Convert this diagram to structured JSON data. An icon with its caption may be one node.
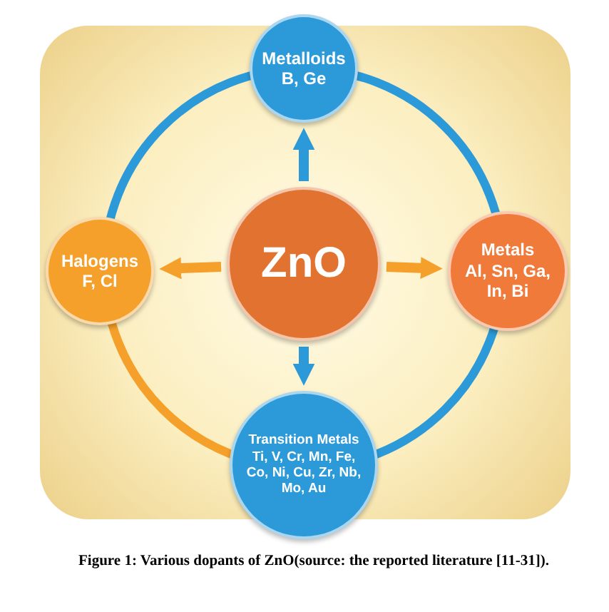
{
  "diagram": {
    "caption": "Figure 1: Various dopants of ZnO(source: the reported literature [11-31]).",
    "nodes": [
      {
        "text": [
          "Metalloids",
          "B, Ge"
        ]
      },
      {
        "text": [
          "Halogens",
          "F, Cl"
        ]
      },
      {
        "text": [
          "ZnO"
        ]
      },
      {
        "text": [
          "Metals",
          "Al, Sn, Ga, In, Bi"
        ]
      },
      {
        "text": [
          "Transition Metals",
          "Ti, V, Cr, Mn, Fe, Co, Ni, Cu, Zr, Nb, Mo, Au"
        ]
      }
    ],
    "edges": [
      {
        "from": 2,
        "to": 0,
        "arrow": "to"
      },
      {
        "from": 2,
        "to": 1,
        "arrow": "to",
        "color": "#f5a02a"
      },
      {
        "from": 2,
        "to": 3,
        "arrow": "to",
        "color": "#f5a02a"
      },
      {
        "from": 2,
        "to": 4,
        "arrow": "to"
      }
    ]
  }
}
